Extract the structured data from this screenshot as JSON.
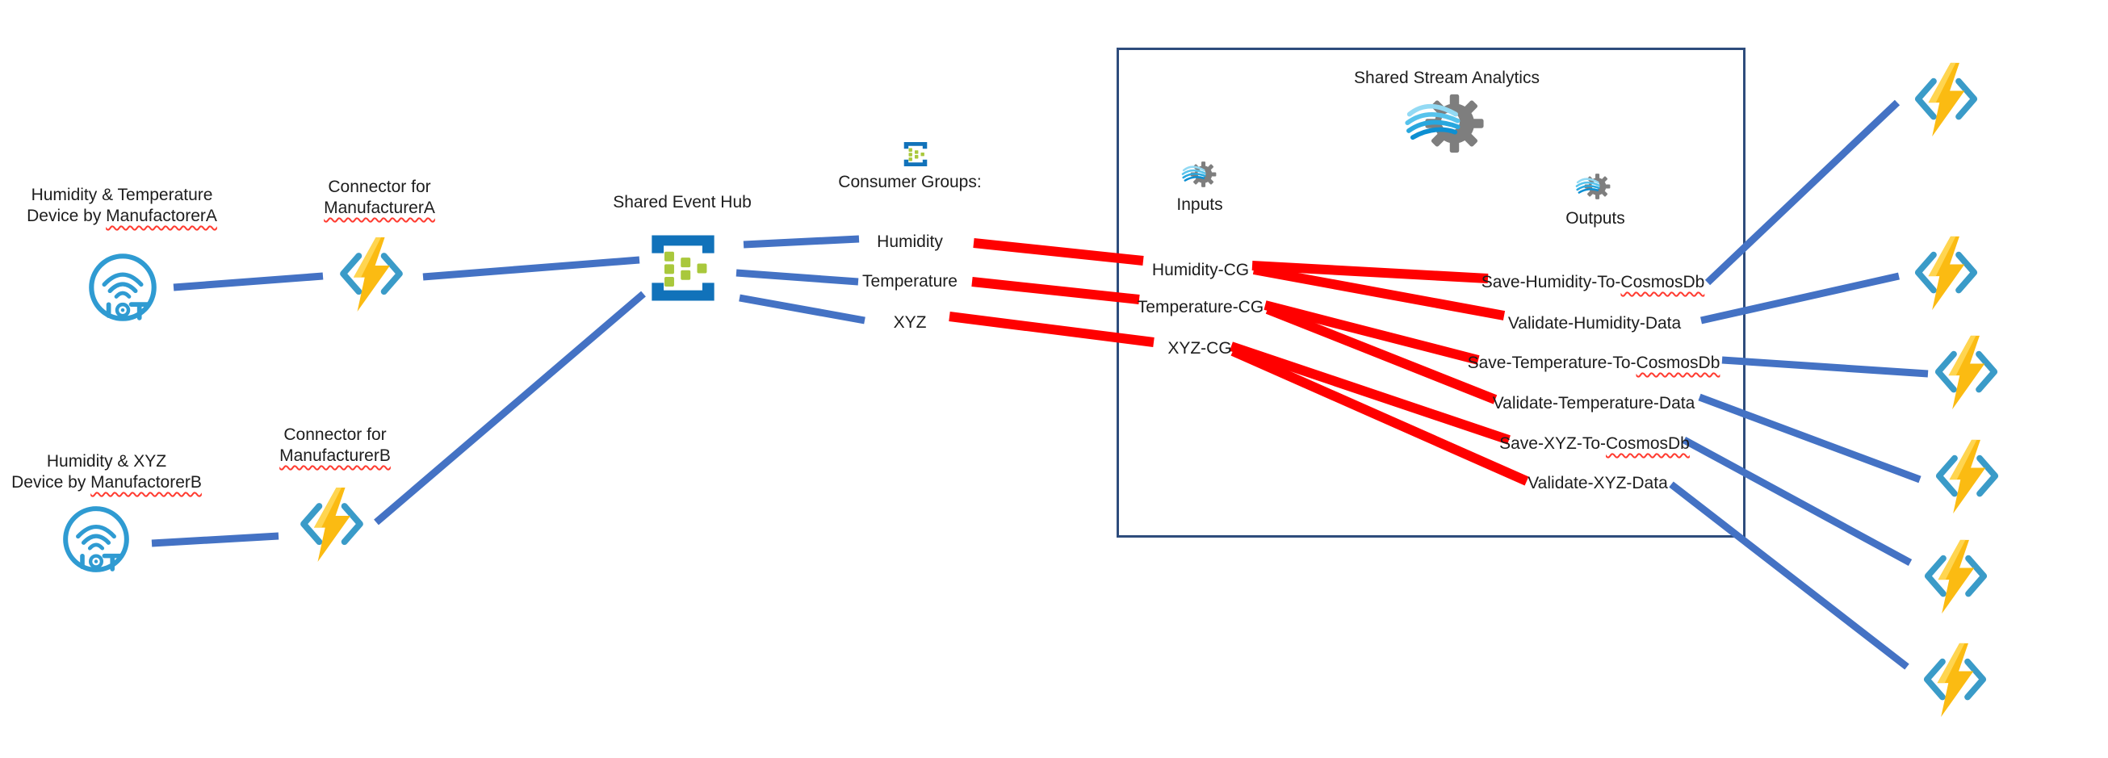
{
  "device_a": {
    "line1": "Humidity & Temperature",
    "line2_prefix": "Device by ",
    "line2_word": "ManufactorerA"
  },
  "device_b": {
    "line1": "Humidity & XYZ",
    "line2_prefix": "Device by ",
    "line2_word": "ManufactorerB"
  },
  "connector_a": {
    "line1": "Connector for",
    "line2": "ManufacturerA"
  },
  "connector_b": {
    "line1": "Connector for",
    "line2": "ManufacturerB"
  },
  "event_hub": {
    "label": "Shared Event Hub"
  },
  "consumer_groups": {
    "heading": "Consumer Groups:",
    "items": [
      "Humidity",
      "Temperature",
      "XYZ"
    ]
  },
  "analytics": {
    "title": "Shared Stream Analytics",
    "inputs_label": "Inputs",
    "outputs_label": "Outputs",
    "inputs": [
      "Humidity-CG",
      "Temperature-CG",
      "XYZ-CG"
    ],
    "outputs": [
      {
        "pre": "Save-Humidity-To-",
        "wavy": "CosmosDb"
      },
      {
        "pre": "Validate-Humidity-Data",
        "wavy": ""
      },
      {
        "pre": "Save-Temperature-To-",
        "wavy": "CosmosDb"
      },
      {
        "pre": "Validate-Temperature-Data",
        "wavy": ""
      },
      {
        "pre": "Save-XYZ-To-",
        "wavy": "CosmosDb"
      },
      {
        "pre": "Validate-XYZ-Data",
        "wavy": ""
      }
    ]
  },
  "icons": {
    "device": "iot-device-icon",
    "connector": "azure-function-icon",
    "event_hub": "event-hub-icon",
    "analytics": "stream-analytics-gear-icon",
    "function_endpoint": "azure-function-icon"
  },
  "colors": {
    "line_blue": "#4472C4",
    "line_red": "#FF0000",
    "box_border": "#2E4C7C",
    "iot_blue": "#2F9BD2",
    "hub_blue": "#1172BA",
    "hub_green": "#A9C83C",
    "bracket_blue": "#3A9BC8",
    "bolt_yellow": "#FBBB12",
    "gear_gray": "#7E7E7E"
  }
}
